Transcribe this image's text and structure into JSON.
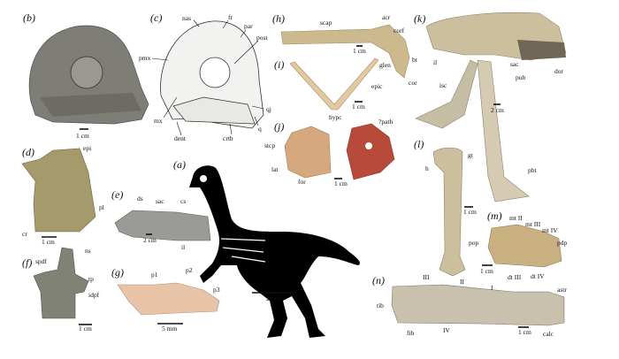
{
  "panels": {
    "a": {
      "label": "(a)",
      "scale": "25 cm"
    },
    "b": {
      "label": "(b)",
      "scale": "1 cm"
    },
    "c": {
      "label": "(c)",
      "labels": [
        "nas",
        "fr",
        "par",
        "post",
        "pmx",
        "mx",
        "dent",
        "crtb",
        "qj",
        "q"
      ]
    },
    "d": {
      "label": "(d)",
      "scale": "1 cm",
      "labels": [
        "epi",
        "pl",
        "cr"
      ]
    },
    "e": {
      "label": "(e)",
      "scale": "2 cm",
      "labels": [
        "ds",
        "sac",
        "cs",
        "il"
      ]
    },
    "f": {
      "label": "(f)",
      "scale": "1 cm",
      "labels": [
        "ns",
        "spdf",
        "tp",
        "idpf"
      ]
    },
    "g": {
      "label": "(g)",
      "scale": "5 mm",
      "labels": [
        "p1",
        "p2",
        "p3"
      ]
    },
    "h": {
      "label": "(h)",
      "scale": "1 cm",
      "labels": [
        "scap",
        "acr",
        "corf",
        "bt",
        "glen",
        "cor"
      ]
    },
    "i": {
      "label": "(i)",
      "scale": "1 cm",
      "labels": [
        "epic",
        "hypc"
      ]
    },
    "j": {
      "label": "(j)",
      "scale": "1 cm",
      "labels": [
        "stcp",
        "lat",
        "for",
        "?path"
      ]
    },
    "k": {
      "label": "(k)",
      "scale": "2 cm",
      "labels": [
        "il",
        "sac",
        "dor",
        "pub",
        "isc",
        "pbt"
      ]
    },
    "l": {
      "label": "(l)",
      "scale": "1 cm",
      "labels": [
        "gt",
        "h",
        "pop"
      ]
    },
    "m": {
      "label": "(m)",
      "scale": "1 cm",
      "labels": [
        "mt II",
        "mt III",
        "mt IV",
        "pdp",
        "dt III",
        "dt IV"
      ]
    },
    "n": {
      "label": "(n)",
      "scale": "1 cm",
      "labels": [
        "III",
        "II",
        "I",
        "astr",
        "tib",
        "fib",
        "IV",
        "calc"
      ]
    }
  },
  "colors": {
    "fossil_gray": "#8d8c84",
    "fossil_tan": "#d8c49a",
    "fossil_olive": "#a49a6c",
    "fossil_pink": "#e8c4a8",
    "pathology_red": "#b84a3a",
    "skeleton": "#000000"
  }
}
